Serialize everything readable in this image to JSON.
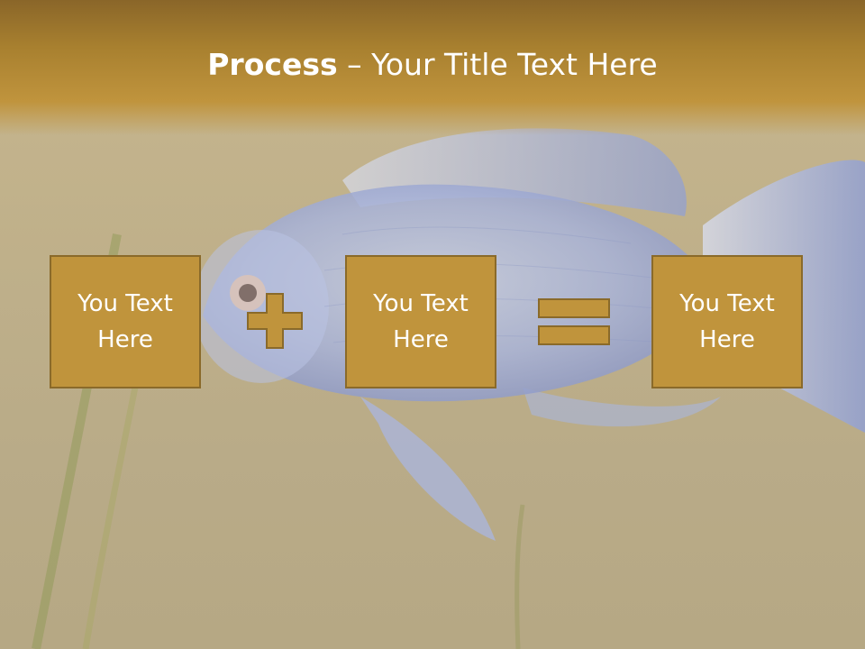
{
  "slide": {
    "title_bold": "Process",
    "title_rest": " – Your Title Text Here",
    "boxes": [
      {
        "text": "You Text Here"
      },
      {
        "text": "You Text Here"
      },
      {
        "text": "You Text Here"
      }
    ],
    "operators": [
      "plus-icon",
      "equals-icon"
    ]
  },
  "colors": {
    "header_gold": "#c0943d",
    "box_fill": "#c0943c",
    "box_border": "#8a6a2a",
    "text": "#ffffff",
    "fish_blue": "#8fa3d8"
  }
}
